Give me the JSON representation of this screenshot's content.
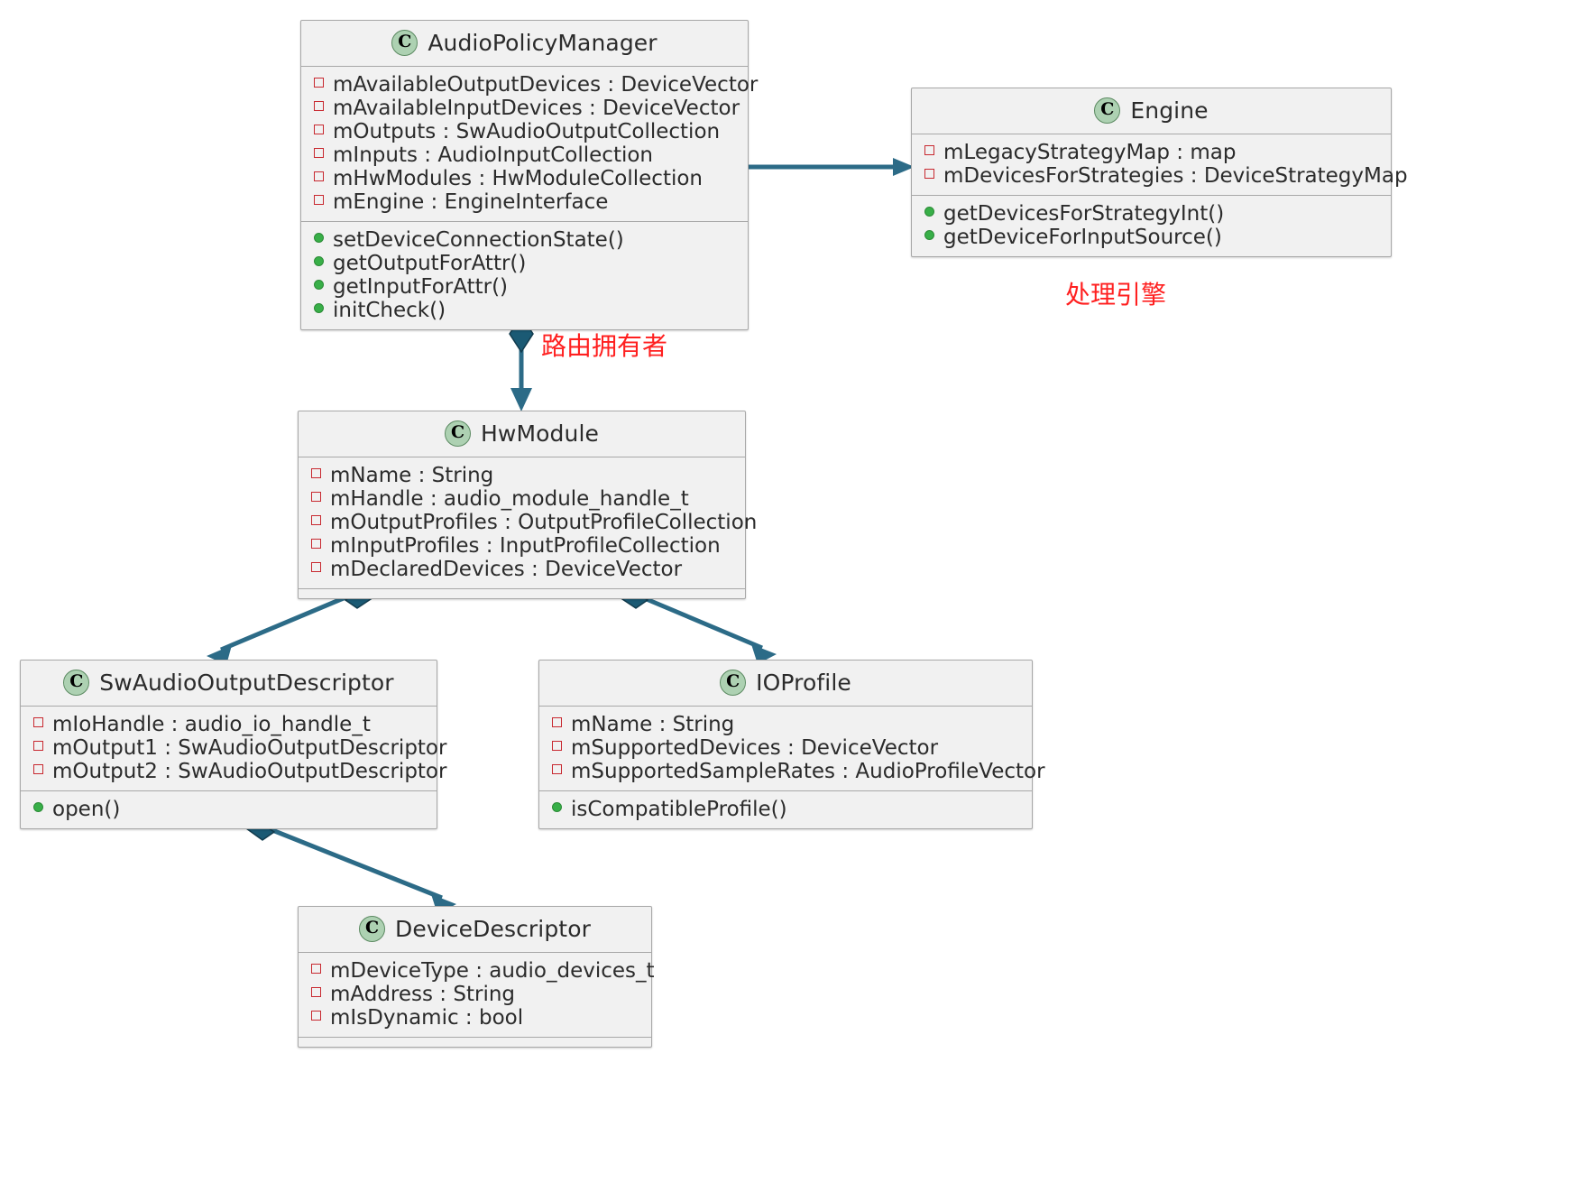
{
  "diagram": {
    "type": "uml-class-diagram",
    "accent_color": "#2C6B87",
    "box_fill": "#F1F1F1",
    "box_border": "#A8A8A8",
    "annotation_color": "#FF2020",
    "class_icon_letter": "C"
  },
  "classes": {
    "audio_policy_manager": {
      "name": "AudioPolicyManager",
      "attributes": [
        "mAvailableOutputDevices : DeviceVector",
        "mAvailableInputDevices : DeviceVector",
        "mOutputs : SwAudioOutputCollection",
        "mInputs : AudioInputCollection",
        "mHwModules : HwModuleCollection",
        "mEngine : EngineInterface"
      ],
      "methods": [
        "setDeviceConnectionState()",
        "getOutputForAttr()",
        "getInputForAttr()",
        "initCheck()"
      ]
    },
    "engine": {
      "name": "Engine",
      "attributes": [
        "mLegacyStrategyMap : map",
        "mDevicesForStrategies : DeviceStrategyMap"
      ],
      "methods": [
        "getDevicesForStrategyInt()",
        "getDeviceForInputSource()"
      ]
    },
    "hw_module": {
      "name": "HwModule",
      "attributes": [
        "mName : String",
        "mHandle : audio_module_handle_t",
        "mOutputProfiles : OutputProfileCollection",
        "mInputProfiles : InputProfileCollection",
        "mDeclaredDevices : DeviceVector"
      ],
      "methods": []
    },
    "sw_audio_output_descriptor": {
      "name": "SwAudioOutputDescriptor",
      "attributes": [
        "mIoHandle : audio_io_handle_t",
        "mOutput1 : SwAudioOutputDescriptor",
        "mOutput2 : SwAudioOutputDescriptor"
      ],
      "methods": [
        "open()"
      ]
    },
    "io_profile": {
      "name": "IOProfile",
      "attributes": [
        "mName : String",
        "mSupportedDevices : DeviceVector",
        "mSupportedSampleRates : AudioProfileVector"
      ],
      "methods": [
        "isCompatibleProfile()"
      ]
    },
    "device_descriptor": {
      "name": "DeviceDescriptor",
      "attributes": [
        "mDeviceType : audio_devices_t",
        "mAddress : String",
        "mIsDynamic : bool"
      ],
      "methods": []
    }
  },
  "annotations": {
    "engine_note": "处理引擎",
    "routing_owner_note": "路由拥有者"
  }
}
